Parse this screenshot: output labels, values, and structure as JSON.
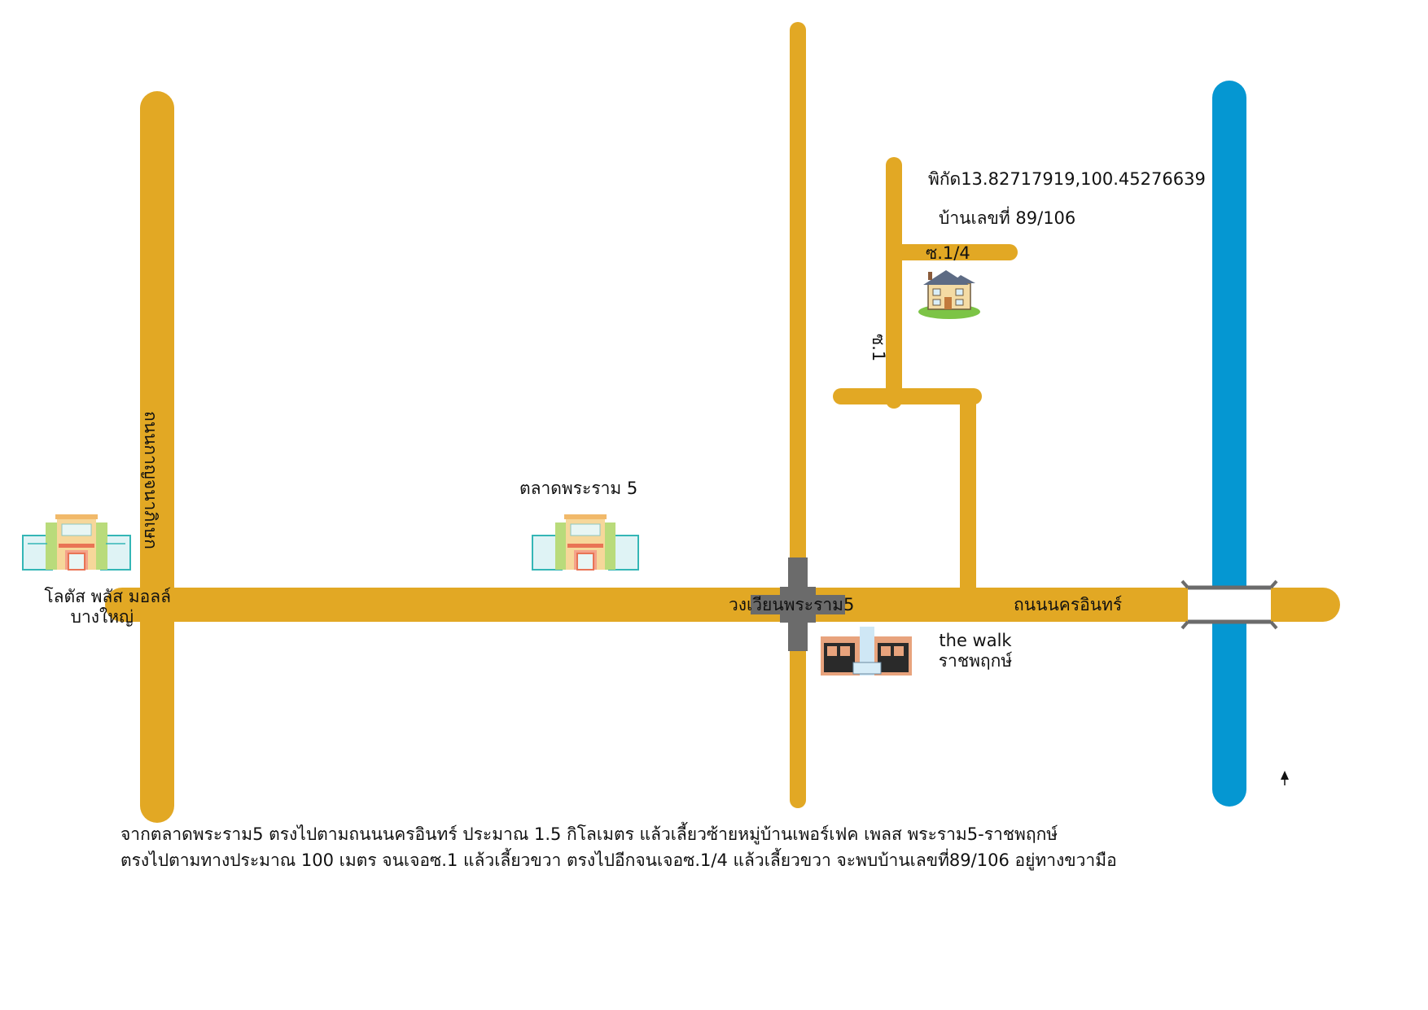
{
  "colors": {
    "road": "#e2a824",
    "river": "#0597d2",
    "intersection": "#6b6b6b",
    "bridge": "#6b6b6b"
  },
  "labels": {
    "coordinates": "พิกัด13.82717919,100.45276639",
    "house_number": "บ้านเลขที่ 89/106",
    "soi_1_4": "ซ.1/4",
    "soi_1": "ซ.1",
    "kanchana_road": "ถนนกาญจนาภิเษก",
    "talad_rama5": "ตลาดพระราม 5",
    "lotus_line1": "โลตัส พลัส มอลล์",
    "lotus_line2": "บางใหญ่",
    "rama5_circle": "วงเวียนพระราม5",
    "nakhon_in_road": "ถนนนครอินทร์",
    "the_walk_line1": "the walk",
    "the_walk_line2": "ราชพฤกษ์"
  },
  "icons": {
    "house": "house-icon",
    "mall_lotus": "mall-icon",
    "market": "market-icon",
    "the_walk": "shopping-center-icon",
    "north_arrow": "north-arrow-icon"
  },
  "directions": {
    "line1": "จากตลาดพระราม5 ตรงไปตามถนนนครอินทร์ ประมาณ 1.5 กิโลเมตร แล้วเลี้ยวซ้ายหมู่บ้านเพอร์เฟค เพลส พระราม5-ราชพฤกษ์",
    "line2": "ตรงไปตามทางประมาณ 100 เมตร จนเจอซ.1 แล้วเลี้ยวขวา ตรงไปอีกจนเจอซ.1/4 แล้วเลี้ยวขวา จะพบบ้านเลขที่89/106 อยู่ทางขวามือ"
  }
}
